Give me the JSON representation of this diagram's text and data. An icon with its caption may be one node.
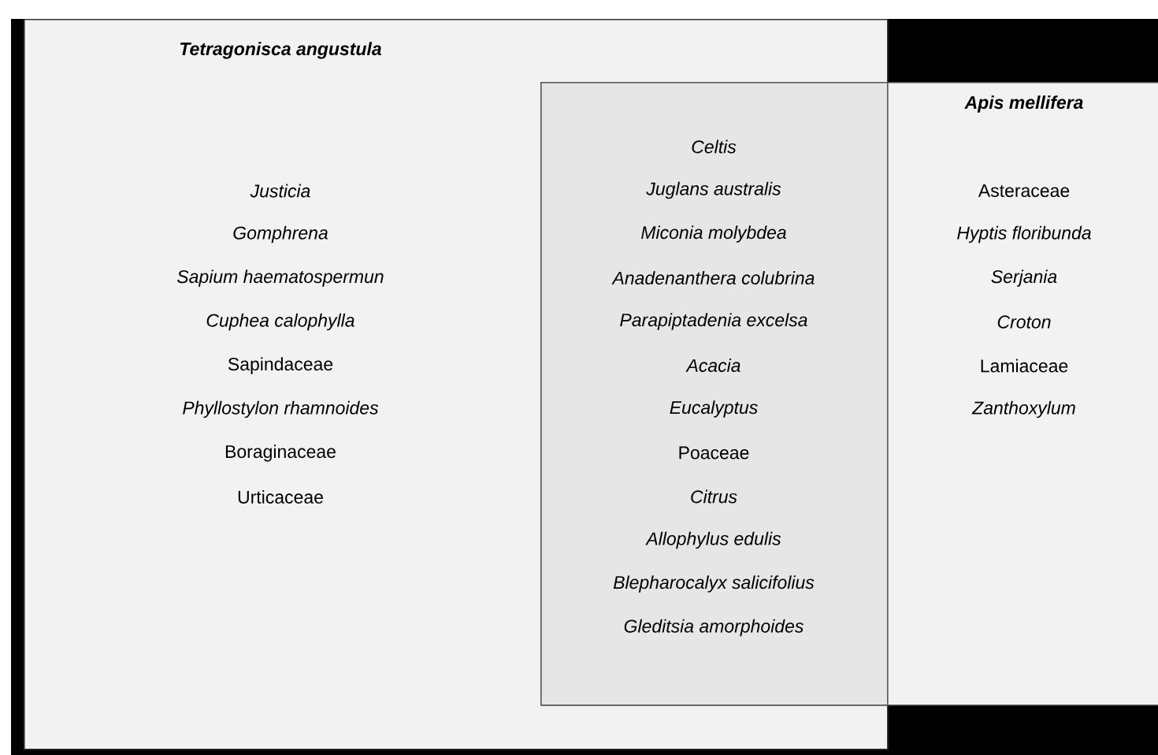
{
  "diagram": {
    "nodes": [
      {
        "text": [
          "Tetragonisca angustula",
          "Justicia",
          "Gomphrena",
          "Sapium haematospermun",
          "Cuphea calophylla",
          "Sapindaceae",
          "Phyllostylon rhamnoides",
          "Boraginaceae",
          "Urticaceae"
        ]
      },
      {
        "text": [
          "Celtis",
          "Juglans australis",
          "Miconia molybdea",
          "Anadenanthera colubrina",
          "Parapiptadenia excelsa",
          "Acacia",
          "Eucalyptus",
          "Poaceae",
          "Citrus",
          "Allophylus edulis",
          "Blepharocalyx salicifolius",
          "Gleditsia amorphoides"
        ]
      },
      {
        "text": [
          "Apis mellifera",
          "Asteraceae",
          "Hyptis floribunda",
          "Serjania",
          "Croton",
          "Lamiaceae",
          "Zanthoxylum"
        ]
      }
    ]
  }
}
